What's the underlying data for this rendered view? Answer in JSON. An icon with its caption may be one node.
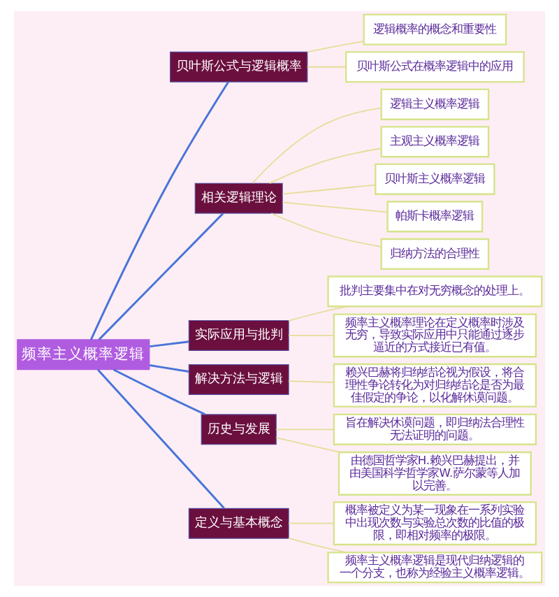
{
  "diagram": {
    "nodes": [
      {
        "text": [
          "频率主义概率逻辑"
        ]
      },
      {
        "text": [
          "贝叶斯公式与逻辑概率"
        ]
      },
      {
        "text": [
          "逻辑概率的概念和重要性"
        ]
      },
      {
        "text": [
          "贝叶斯公式在概率逻辑中的应用"
        ]
      },
      {
        "text": [
          "相关逻辑理论"
        ]
      },
      {
        "text": [
          "逻辑主义概率逻辑"
        ]
      },
      {
        "text": [
          "主观主义概率逻辑"
        ]
      },
      {
        "text": [
          "贝叶斯主义概率逻辑"
        ]
      },
      {
        "text": [
          "帕斯卡概率逻辑"
        ]
      },
      {
        "text": [
          "归纳方法的合理性"
        ]
      },
      {
        "text": [
          "实际应用与批判"
        ]
      },
      {
        "text": [
          "批判主要集中在对无穷概念的处理上。"
        ]
      },
      {
        "text": [
          "频率主义概率理论在定义概率时涉及无穷，导致实际应用中只能通过逐步逼近的方式接近已有值。"
        ]
      },
      {
        "text": [
          "解决方法与逻辑"
        ]
      },
      {
        "text": [
          "赖兴巴赫将归纳结论视为假设，将合理性争论转化为对归纳结论是否为最佳假定的争论，以化解休谟问题。"
        ]
      },
      {
        "text": [
          "历史与发展"
        ]
      },
      {
        "text": [
          "旨在解决休谟问题，即归纳法合理性无法证明的问题。"
        ]
      },
      {
        "text": [
          "由德国哲学家H.赖兴巴赫提出，并由美国科学哲学家W.萨尔蒙等人加以完善。"
        ]
      },
      {
        "text": [
          "定义与基本概念"
        ]
      },
      {
        "text": [
          "概率被定义为某一现象在一系列实验中出现次数与实验总次数的比值的极限，即相对频率的极限。"
        ]
      },
      {
        "text": [
          "频率主义概率逻辑是现代归纳逻辑的一个分支，也称为经验主义概率逻辑。"
        ]
      }
    ],
    "edges": [
      {
        "from": 0,
        "to": 1,
        "arrow": "none",
        "color": "#4a74d8"
      },
      {
        "from": 1,
        "to": 2,
        "arrow": "none"
      },
      {
        "from": 1,
        "to": 3,
        "arrow": "none"
      },
      {
        "from": 0,
        "to": 4,
        "arrow": "none",
        "color": "#4a74d8"
      },
      {
        "from": 4,
        "to": 5,
        "arrow": "none"
      },
      {
        "from": 4,
        "to": 6,
        "arrow": "none"
      },
      {
        "from": 4,
        "to": 7,
        "arrow": "none"
      },
      {
        "from": 4,
        "to": 8,
        "arrow": "none"
      },
      {
        "from": 4,
        "to": 9,
        "arrow": "none"
      },
      {
        "from": 0,
        "to": 10,
        "arrow": "none",
        "color": "#4a74d8"
      },
      {
        "from": 10,
        "to": 11,
        "arrow": "none"
      },
      {
        "from": 10,
        "to": 12,
        "arrow": "none"
      },
      {
        "from": 0,
        "to": 13,
        "arrow": "none",
        "color": "#4a74d8"
      },
      {
        "from": 13,
        "to": 14,
        "arrow": "none"
      },
      {
        "from": 0,
        "to": 15,
        "arrow": "none",
        "color": "#4a74d8"
      },
      {
        "from": 15,
        "to": 16,
        "arrow": "none"
      },
      {
        "from": 15,
        "to": 17,
        "arrow": "none"
      },
      {
        "from": 0,
        "to": 18,
        "arrow": "none",
        "color": "#4a74d8"
      },
      {
        "from": 18,
        "to": 19,
        "arrow": "none"
      },
      {
        "from": 18,
        "to": 20,
        "arrow": "none"
      }
    ]
  }
}
